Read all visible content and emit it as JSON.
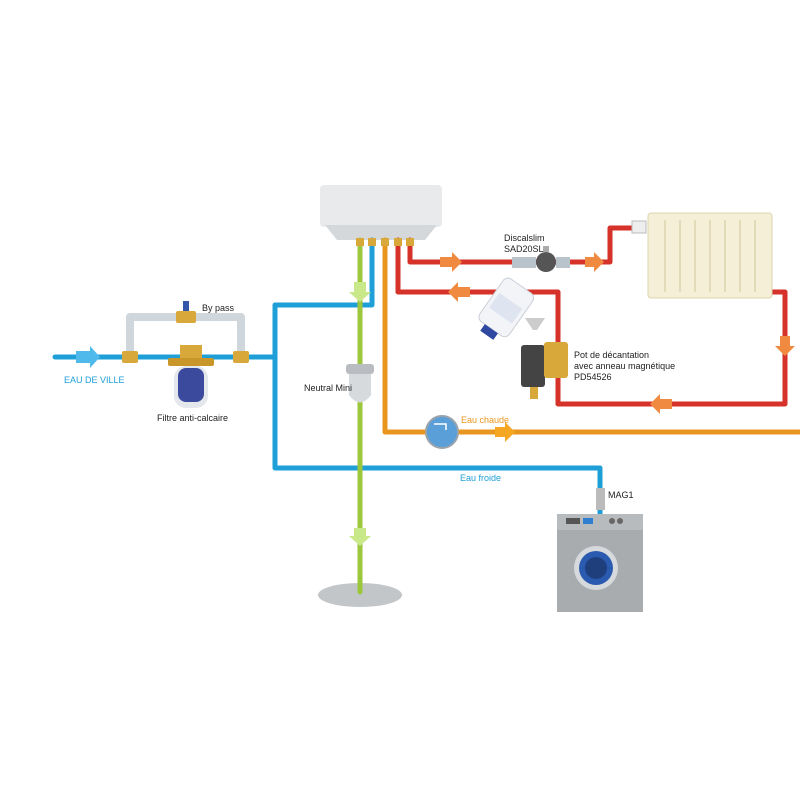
{
  "labels": {
    "eau_de_ville": "EAU DE VILLE",
    "by_pass": "By pass",
    "filtre": "Filtre anti-calcaire",
    "neutral_mini": "Neutral Mini",
    "discalslim_1": "Discalslim",
    "discalslim_2": "SAD20SL",
    "pot_1": "Pot de décantation",
    "pot_2": "avec anneau magnétique",
    "pot_3": "PD54526",
    "eau_chaude": "Eau chaude",
    "eau_froide": "Eau froide",
    "mag1": "MAG1"
  },
  "colors": {
    "cold_water": "#1e9fd8",
    "hot_water": "#e8961e",
    "heating": "#d6322a",
    "drain": "#9cc63c",
    "bypass": "#cfd6dc",
    "brass": "#d9a83a"
  }
}
